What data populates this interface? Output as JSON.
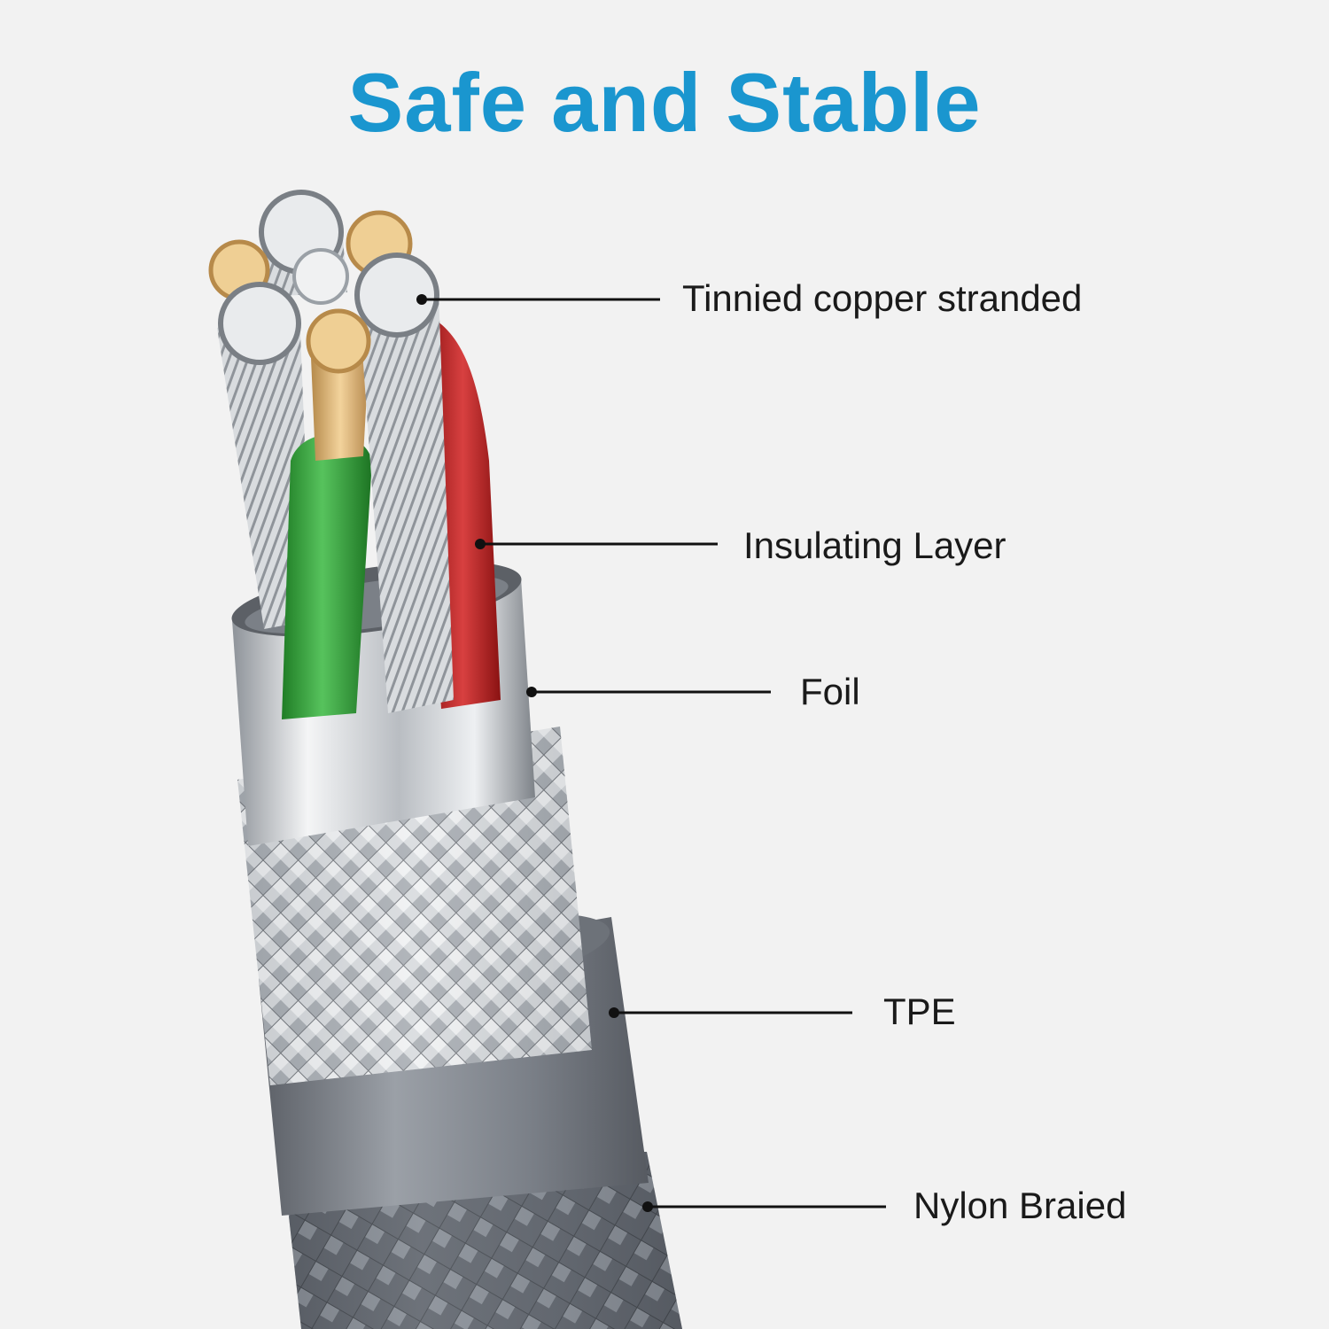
{
  "title": "Safe and Stable",
  "colors": {
    "title": "#1a96cf",
    "background": "#f2f2f2",
    "insulation_green": "#2fa336",
    "insulation_red": "#c42424",
    "copper": "#e0b677",
    "silver": "#c9cdd2",
    "tpe": "#7f848c"
  },
  "callouts": [
    {
      "label": "Tinnied copper stranded"
    },
    {
      "label": "Insulating Layer"
    },
    {
      "label": "Foil"
    },
    {
      "label": "TPE"
    },
    {
      "label": "Nylon Braied"
    }
  ]
}
